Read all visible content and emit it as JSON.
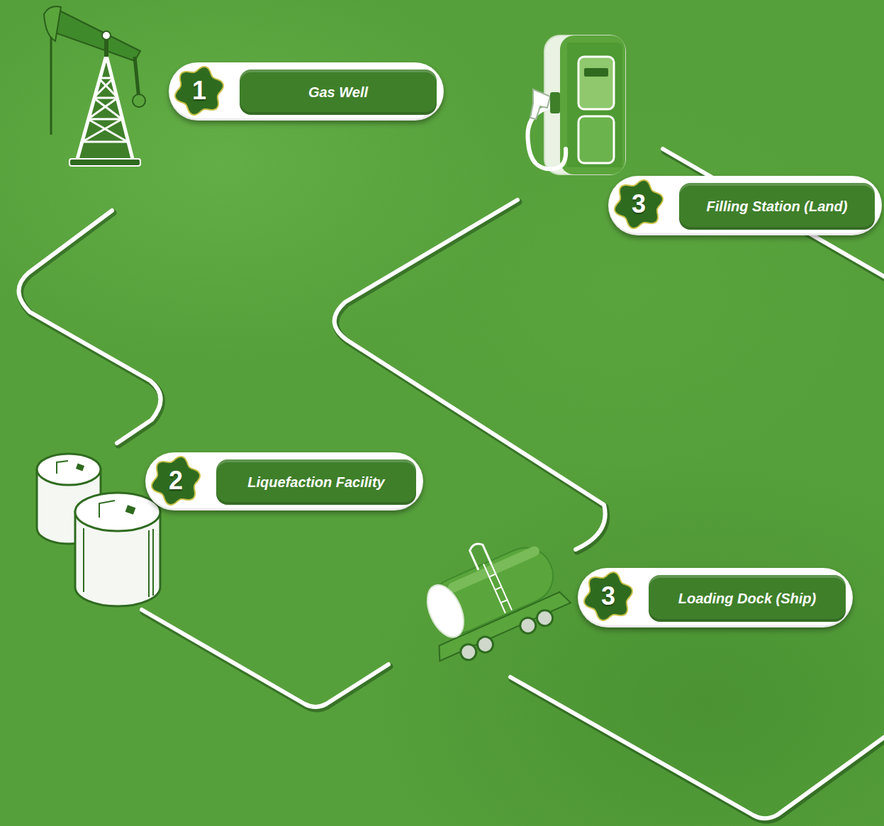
{
  "diagram": {
    "nodes": [
      {
        "text": [
          "1",
          "Gas Well"
        ]
      },
      {
        "text": [
          "3",
          "Filling Station (Land)"
        ]
      },
      {
        "text": [
          "2",
          "Liquefaction Facility"
        ]
      },
      {
        "text": [
          "3",
          "Loading Dock (Ship)"
        ]
      }
    ]
  }
}
